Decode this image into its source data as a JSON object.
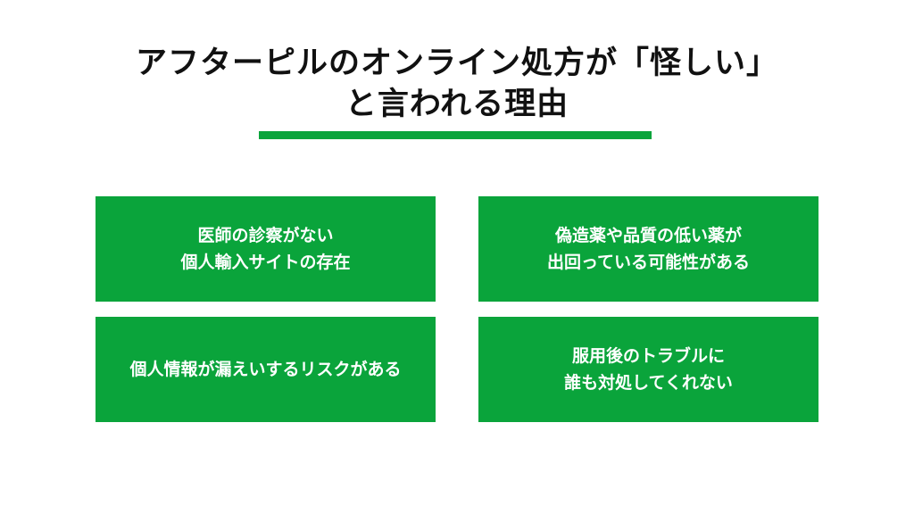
{
  "title": {
    "line1": "アフターピルのオンライン処方が「怪しい」",
    "line2": "と言われる理由"
  },
  "accent_color": "#0aa43b",
  "reasons": [
    {
      "lines": [
        "医師の診察がない",
        "個人輸入サイトの存在"
      ]
    },
    {
      "lines": [
        "偽造薬や品質の低い薬が",
        "出回っている可能性がある"
      ]
    },
    {
      "lines": [
        "個人情報が漏えいするリスクがある"
      ]
    },
    {
      "lines": [
        "服用後のトラブルに",
        "誰も対処してくれない"
      ]
    }
  ]
}
